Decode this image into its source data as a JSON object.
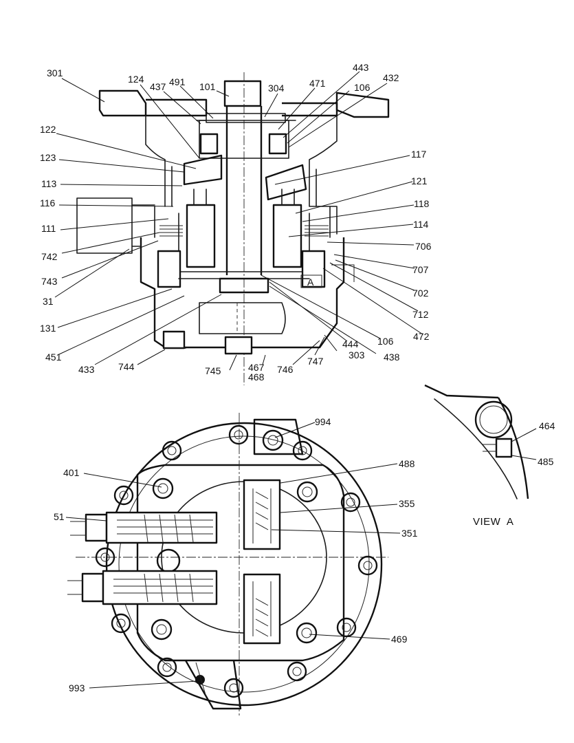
{
  "top_section": {
    "labels": {
      "p301": "301",
      "p124": "124",
      "p437": "437",
      "p491": "491",
      "p101": "101",
      "p304": "304",
      "p471": "471",
      "p443": "443",
      "p106a": "106",
      "p432": "432",
      "p122": "122",
      "p123": "123",
      "p113": "113",
      "p116": "116",
      "p111": "111",
      "p742": "742",
      "p743": "743",
      "p31": "31",
      "p131": "131",
      "p451": "451",
      "p433": "433",
      "p744": "744",
      "p745": "745",
      "p467": "467",
      "p468": "468",
      "p746": "746",
      "p747": "747",
      "p303": "303",
      "p444": "444",
      "p438": "438",
      "p106b": "106",
      "p472": "472",
      "p712": "712",
      "p702": "702",
      "p707": "707",
      "p706": "706",
      "p114": "114",
      "p118": "118",
      "p121": "121",
      "p117": "117"
    },
    "section_mark": "A"
  },
  "bottom_section": {
    "labels": {
      "p994": "994",
      "p401": "401",
      "p488": "488",
      "p51": "51",
      "p355": "355",
      "p351": "351",
      "p469": "469",
      "p993": "993"
    }
  },
  "view_a": {
    "title": "VIEW  A",
    "labels": {
      "p464": "464",
      "p485": "485"
    }
  }
}
